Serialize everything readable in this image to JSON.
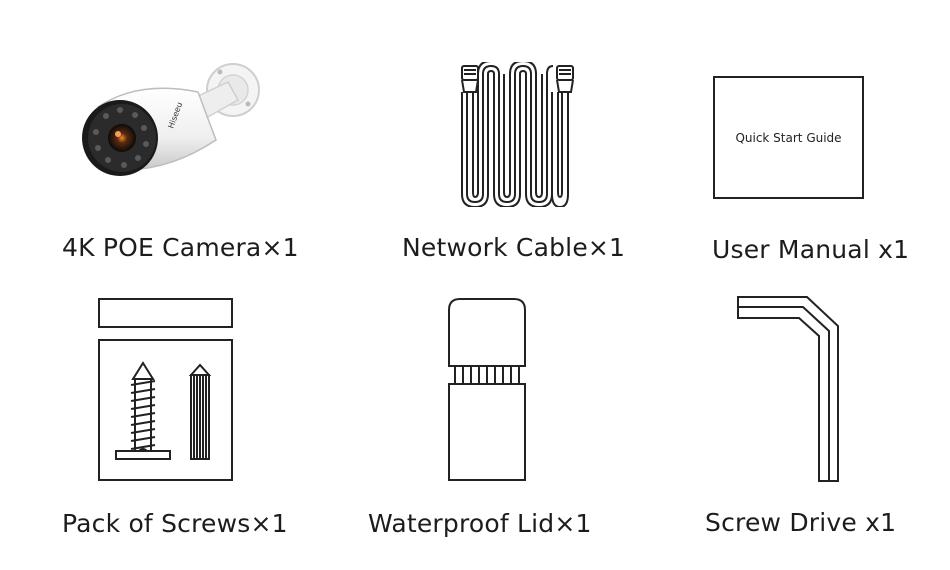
{
  "items": [
    {
      "label": "4K POE Camera×1"
    },
    {
      "label": "Network Cable×1"
    },
    {
      "label": "User Manual x1"
    },
    {
      "label": "Pack of Screws×1"
    },
    {
      "label": "Waterproof Lid×1"
    },
    {
      "label": "Screw Drive x1"
    }
  ],
  "manual_cover_text": "Quick Start Guide",
  "camera_logo_text": "Hiseeu",
  "colors": {
    "background": "#ffffff",
    "line_art": "#222222",
    "camera_body": "#f2f2f2",
    "camera_shadow": "#c9c9c9",
    "lens_glow": "#f08a2a"
  },
  "icons": [
    "camera-image",
    "network-cable-icon",
    "manual-icon",
    "screws-pack-icon",
    "waterproof-lid-icon",
    "hex-key-icon"
  ]
}
